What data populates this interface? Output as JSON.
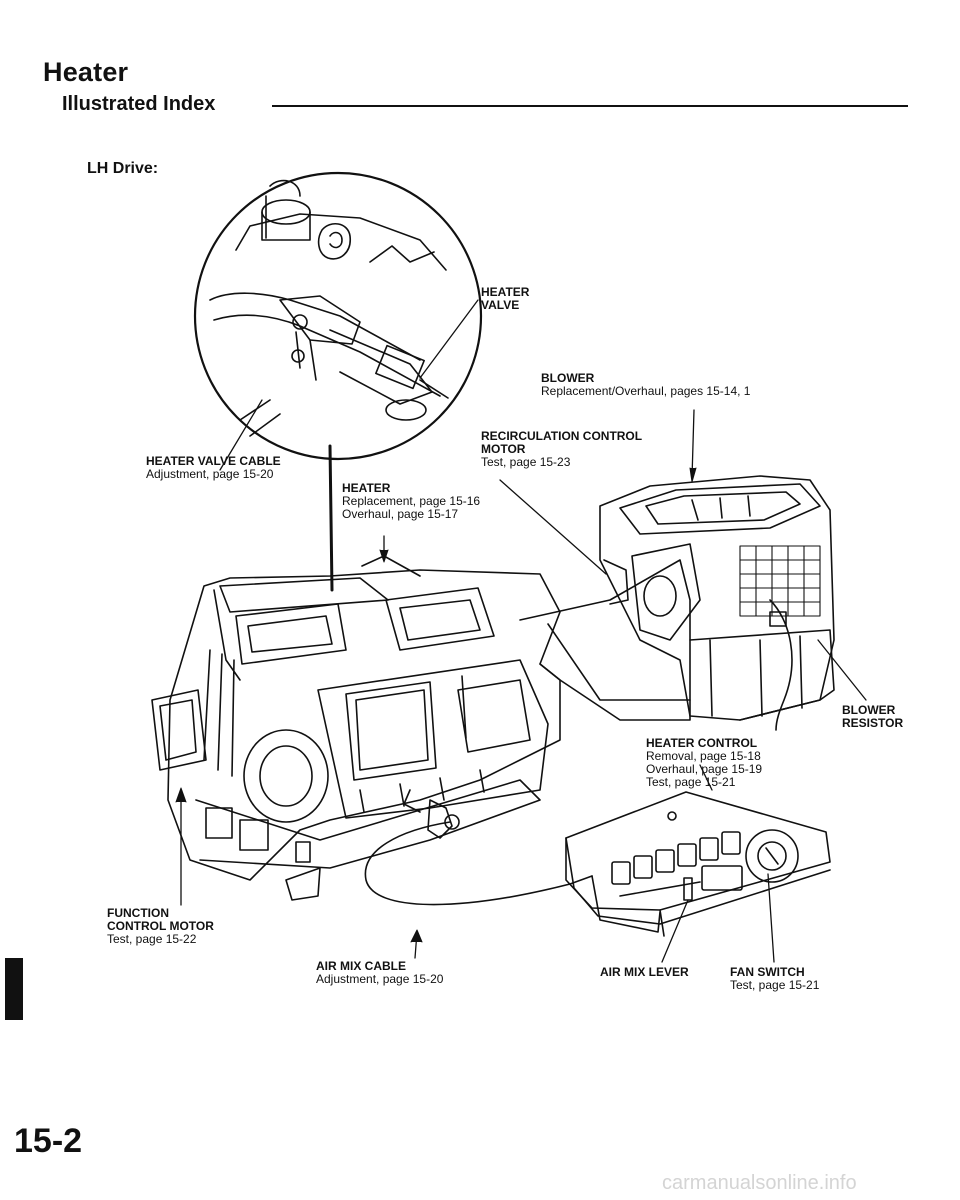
{
  "header": {
    "title": "Heater",
    "subtitle": "Illustrated Index",
    "section": "LH Drive:"
  },
  "callouts": {
    "heater_valve": {
      "name": "HEATER\nVALVE"
    },
    "blower": {
      "name": "BLOWER",
      "detail": "Replacement/Overhaul, pages 15-14, 1"
    },
    "recirculation_motor": {
      "name": "RECIRCULATION CONTROL\nMOTOR",
      "detail": "Test, page 15-23"
    },
    "heater_valve_cable": {
      "name": "HEATER VALVE CABLE",
      "detail": "Adjustment, page 15-20"
    },
    "heater": {
      "name": "HEATER",
      "detail": "Replacement, page 15-16\nOverhaul, page 15-17"
    },
    "blower_resistor": {
      "name": "BLOWER\nRESISTOR"
    },
    "heater_control": {
      "name": "HEATER CONTROL",
      "detail": "Removal, page 15-18\nOverhaul, page 15-19\nTest, page 15-21"
    },
    "function_motor": {
      "name": "FUNCTION\nCONTROL MOTOR",
      "detail": "Test, page 15-22"
    },
    "air_mix_cable": {
      "name": "AIR MIX CABLE",
      "detail": "Adjustment, page 15-20"
    },
    "air_mix_lever": {
      "name": "AIR MIX LEVER"
    },
    "fan_switch": {
      "name": "FAN SWITCH",
      "detail": "Test, page 15-21"
    }
  },
  "page_number": "15-2",
  "footer_text": "carmanualsonline.info",
  "colors": {
    "ink": "#111111",
    "watermark": "#d4d4d4",
    "paper": "#ffffff"
  }
}
